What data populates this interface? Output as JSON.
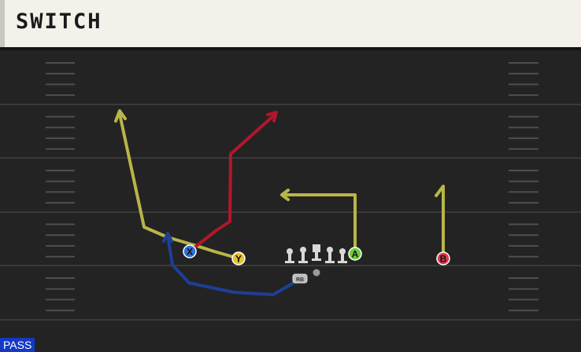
{
  "play": {
    "name": "SWITCH",
    "mode": "PASS"
  },
  "receivers": [
    {
      "id": "x",
      "label": "X",
      "color": "#2f6fd8"
    },
    {
      "id": "y",
      "label": "Y",
      "color": "#e7c32a"
    },
    {
      "id": "a",
      "label": "A",
      "color": "#6ccf3b"
    },
    {
      "id": "b",
      "label": "B",
      "color": "#e23a4a"
    }
  ],
  "backs": [
    {
      "id": "rb",
      "label": "RB"
    }
  ],
  "route_colors": {
    "yellow": "#b9b548",
    "red": "#b3162c",
    "blue": "#1e3f96"
  },
  "field": {
    "background": "#232323",
    "line_color": "#3a3a3a",
    "hash_color": "#505050"
  }
}
